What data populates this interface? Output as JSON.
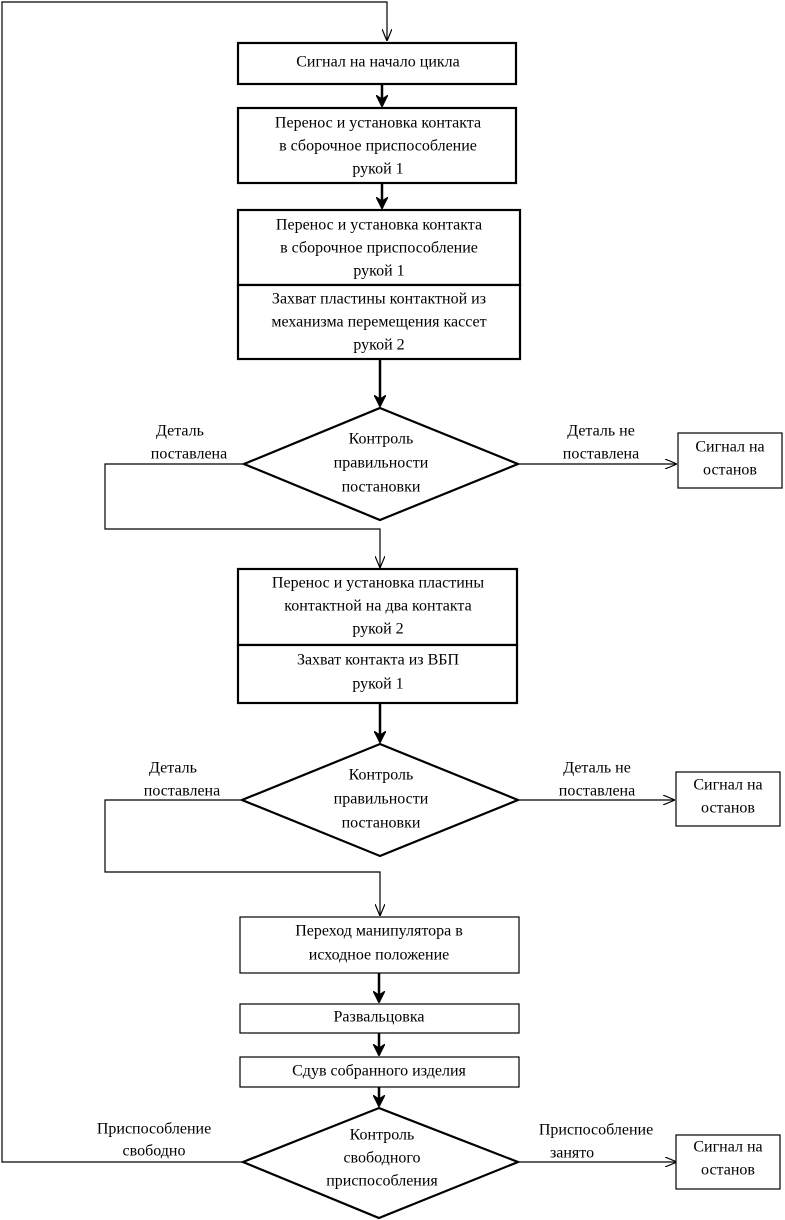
{
  "nodes": {
    "start_signal": [
      "Сигнал на начало цикла"
    ],
    "transfer_1a": [
      "Перенос и установка контакта",
      "в сборочное приспособление",
      "рукой 1"
    ],
    "transfer_1b": [
      "Перенос и установка контакта",
      "в сборочное приспособление",
      "рукой 1"
    ],
    "grab_plate": [
      "Захват пластины контактной из",
      "механизма перемещения кассет",
      "рукой 2"
    ],
    "check_1": [
      "Контроль",
      "правильности",
      "постановки"
    ],
    "stop_1": [
      "Сигнал на",
      "останов"
    ],
    "transfer_plate": [
      "Перенос и установка пластины",
      "контактной на два контакта",
      "рукой 2"
    ],
    "grab_contact": [
      "Захват контакта из ВБП",
      "рукой 1"
    ],
    "check_2": [
      "Контроль",
      "правильности",
      "постановки"
    ],
    "stop_2": [
      "Сигнал на",
      "останов"
    ],
    "return_home": [
      "Переход манипулятора в",
      "исходное положение"
    ],
    "flaring": [
      "Развальцовка"
    ],
    "blow_off": [
      "Сдув собранного изделия"
    ],
    "check_3": [
      "Контроль",
      "свободного",
      "приспособления"
    ],
    "stop_3": [
      "Сигнал на",
      "останов"
    ]
  },
  "branch_labels": {
    "check_1_yes": [
      "Деталь",
      "поставлена"
    ],
    "check_1_no": [
      "Деталь не",
      "поставлена"
    ],
    "check_2_yes": [
      "Деталь",
      "поставлена"
    ],
    "check_2_no": [
      "Деталь не",
      "поставлена"
    ],
    "check_3_yes": [
      "Приспособление",
      "свободно"
    ],
    "check_3_no": [
      "Приспособление",
      "занято"
    ]
  }
}
